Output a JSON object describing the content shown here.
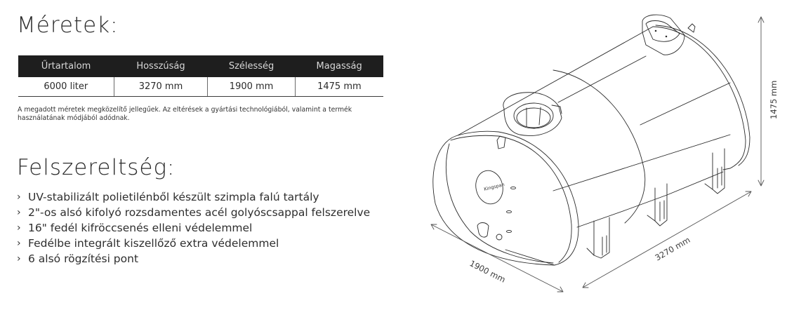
{
  "dimensions": {
    "title": "Méretek:",
    "table": {
      "headers": [
        "Űrtartalom",
        "Hosszúság",
        "Szélesség",
        "Magasság"
      ],
      "rows": [
        [
          "6000 liter",
          "3270 mm",
          "1900 mm",
          "1475 mm"
        ]
      ]
    },
    "note": "A megadott méretek megközelítő jellegűek. Az eltérések a gyártási technológiából, valamint a termék használatának módjából adódnak."
  },
  "features": {
    "title": "Felszereltség:",
    "bullet_icon": "chevron-right-icon",
    "items": [
      "UV-stabilizált polietilénből készült szimpla falú tartály",
      "2\"-os alsó kifolyó rozsdamentes acél golyóscsappal felszerelve",
      "16\" fedél kifröccsenés elleni védelemmel",
      "Fedélbe integrált kiszellőző extra védelemmel",
      "6 alsó rögzítési pont"
    ]
  },
  "drawing": {
    "logo_text": "Kingspan",
    "dim_width": "1900 mm",
    "dim_length": "3270 mm",
    "dim_height": "1475 mm"
  },
  "colors": {
    "header_bg": "#1e1e1e",
    "header_text": "#d8d8d8",
    "text": "#2a2a2a",
    "line": "#2a2a2a"
  }
}
